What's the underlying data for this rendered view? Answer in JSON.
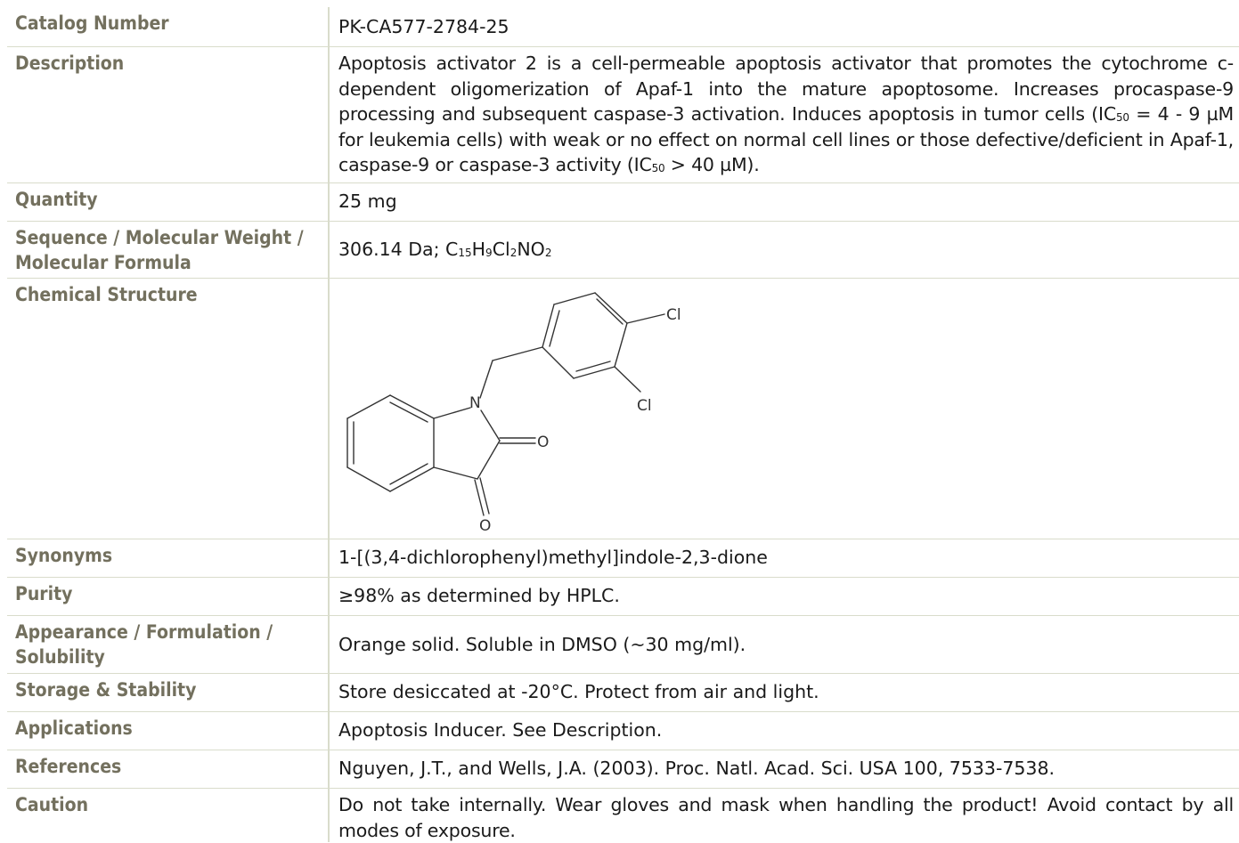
{
  "rows": {
    "catalog": {
      "label": "Catalog Number",
      "value": "PK-CA577-2784-25"
    },
    "description": {
      "label": "Description",
      "text1": "Apoptosis activator 2 is a cell-permeable apoptosis activator that promotes the cytochrome c-dependent oligomerization of Apaf-1 into the mature apoptosome. Increases procaspase-9 processing and subsequent caspase-3 activation. Induces apoptosis in tumor cells (IC",
      "sub1": "50",
      "text2": " = 4 - 9 µM for leukemia cells) with weak or no effect on normal cell lines or those defective/deficient in Apaf-1, caspase-9 or caspase-3 activity (IC",
      "sub2": "50",
      "text3": " > 40 µM)."
    },
    "quantity": {
      "label": "Quantity",
      "value": "25 mg"
    },
    "sequence": {
      "label_line1": "Sequence / Molecular Weight /",
      "label_line2": "Molecular Formula",
      "mw": "306.14 Da; C",
      "f1": "15",
      "f2": "H",
      "f3": "9",
      "f4": "Cl",
      "f5": "2",
      "f6": "NO",
      "f7": "2"
    },
    "structure": {
      "label": "Chemical Structure",
      "atoms": {
        "cl1": "Cl",
        "cl2": "Cl",
        "n": "N",
        "o1": "O",
        "o2": "O"
      }
    },
    "synonyms": {
      "label": "Synonyms",
      "value": "1-[(3,4-dichlorophenyl)methyl]indole-2,3-dione"
    },
    "purity": {
      "label": "Purity",
      "value": "≥98% as determined by HPLC."
    },
    "appearance": {
      "label_line1": "Appearance / Formulation /",
      "label_line2": "Solubility",
      "value": "Orange solid. Soluble in DMSO (~30 mg/ml)."
    },
    "storage": {
      "label": "Storage & Stability",
      "value": "Store desiccated at -20°C. Protect from air and light."
    },
    "applications": {
      "label": "Applications",
      "value": "Apoptosis Inducer. See Description."
    },
    "references": {
      "label": "References",
      "value": "Nguyen, J.T., and Wells, J.A. (2003). Proc. Natl. Acad. Sci. USA 100, 7533-7538."
    },
    "caution": {
      "label": "Caution",
      "value": "Do not take internally. Wear gloves and mask when handling the product! Avoid contact by all modes of exposure."
    }
  }
}
